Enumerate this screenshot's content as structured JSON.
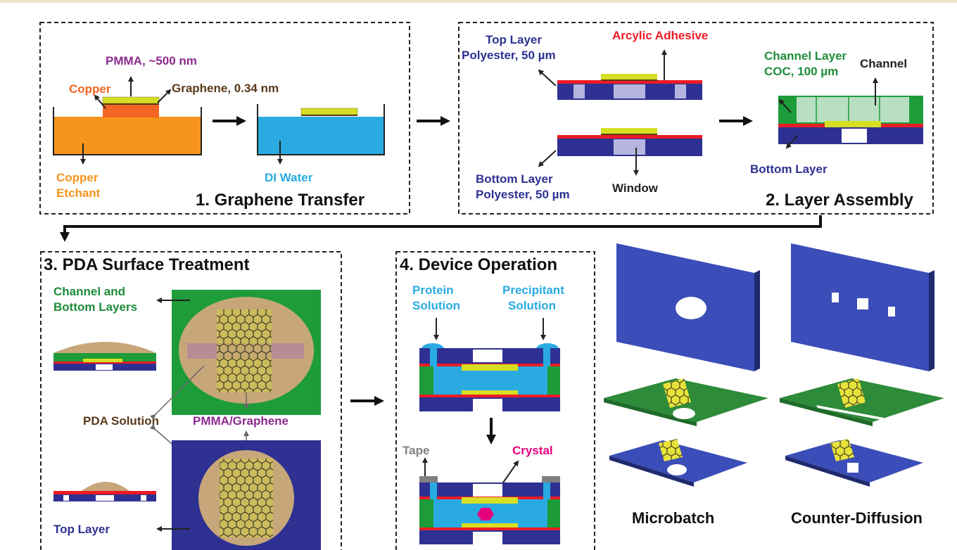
{
  "colors": {
    "copper": "#f26522",
    "etchant": "#f7941d",
    "pmma": "#8b2a8e",
    "graphene": "#5a3a1a",
    "water": "#29abe2",
    "navy": "#2e3192",
    "navy_dark": "#1f2a6e",
    "red": "#ed1c24",
    "green": "#1e9c3a",
    "green_label": "#1e8c3a",
    "yellow": "#d7df23",
    "pda": "#c7a77a",
    "crystal": "#e6007e",
    "gray": "#808080"
  },
  "panel1": {
    "title": "1. Graphene Transfer",
    "pmma": "PMMA, ~500 nm",
    "copper": "Copper",
    "graphene": "Graphene, 0.34 nm",
    "etchant_line1": "Copper",
    "etchant_line2": "Etchant",
    "water": "DI Water"
  },
  "panel2": {
    "title": "2. Layer Assembly",
    "adhesive": "Arcylic Adhesive",
    "top_line1": "Top Layer",
    "top_line2": "Polyester, 50 µm",
    "channel_line1": "Channel Layer",
    "channel_line2": "COC, 100 µm",
    "channel": "Channel",
    "bottom_line1": "Bottom Layer",
    "bottom_line2": "Polyester, 50 µm",
    "window": "Window",
    "bottom_layer": "Bottom Layer"
  },
  "panel3": {
    "title": "3. PDA Surface Treatment",
    "channel_line1": "Channel and",
    "channel_line2": "Bottom Layers",
    "pda": "PDA Solution",
    "pmma_graphene": "PMMA/Graphene",
    "top_layer": "Top Layer"
  },
  "panel4": {
    "title": "4. Device Operation",
    "protein_line1": "Protein",
    "protein_line2": "Solution",
    "precip_line1": "Precipitant",
    "precip_line2": "Solution",
    "tape": "Tape",
    "crystal": "Crystal"
  },
  "views": {
    "microbatch": "Microbatch",
    "counter": "Counter-Diffusion"
  }
}
